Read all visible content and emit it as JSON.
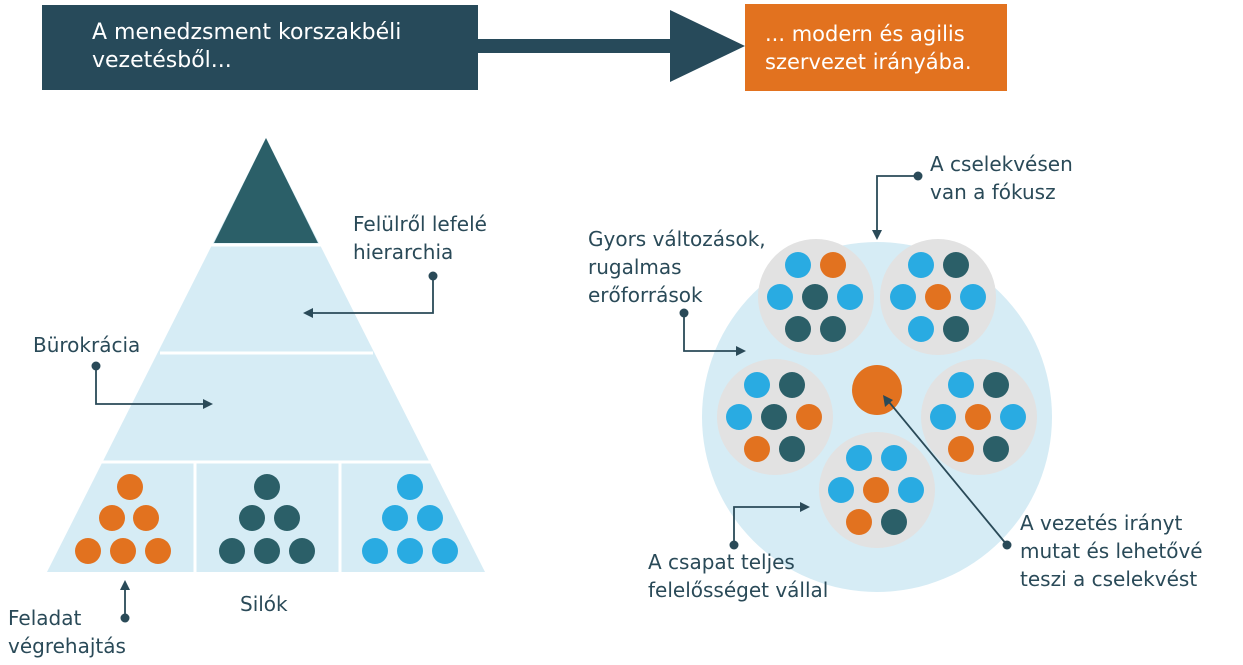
{
  "banners": {
    "from": {
      "lines": [
        "A menedzsment korszakbéli",
        "vezetésből..."
      ],
      "color": "#274a5a"
    },
    "to": {
      "lines": [
        "... modern és agilis",
        "szervezet irányába."
      ],
      "color": "#e2721f"
    }
  },
  "left_diagram": {
    "hierarchy_label": [
      "Felülről lefelé",
      "hierarchia"
    ],
    "bureaucracy_label": "Bürokrácia",
    "silos_label": "Silók",
    "task_label": [
      "Feladat",
      "végrehajtás"
    ]
  },
  "right_diagram": {
    "action_focus_label": [
      "A cselekvésen",
      "van a fókusz"
    ],
    "fast_change_label": [
      "Gyors változások,",
      "rugalmas",
      "erőforrások"
    ],
    "team_label": [
      "A csapat teljes",
      "felelősséget vállal"
    ],
    "leadership_label": [
      "A vezetés irányt",
      "mutat és lehetővé",
      "teszi a cselekvést"
    ]
  },
  "colors": {
    "dark_teal": "#2b5f68",
    "orange": "#e2721f",
    "blue": "#29abe2",
    "light_blue": "#d6ecf5",
    "grey_circle": "#e2e2e2",
    "text": "#2a4a58"
  }
}
